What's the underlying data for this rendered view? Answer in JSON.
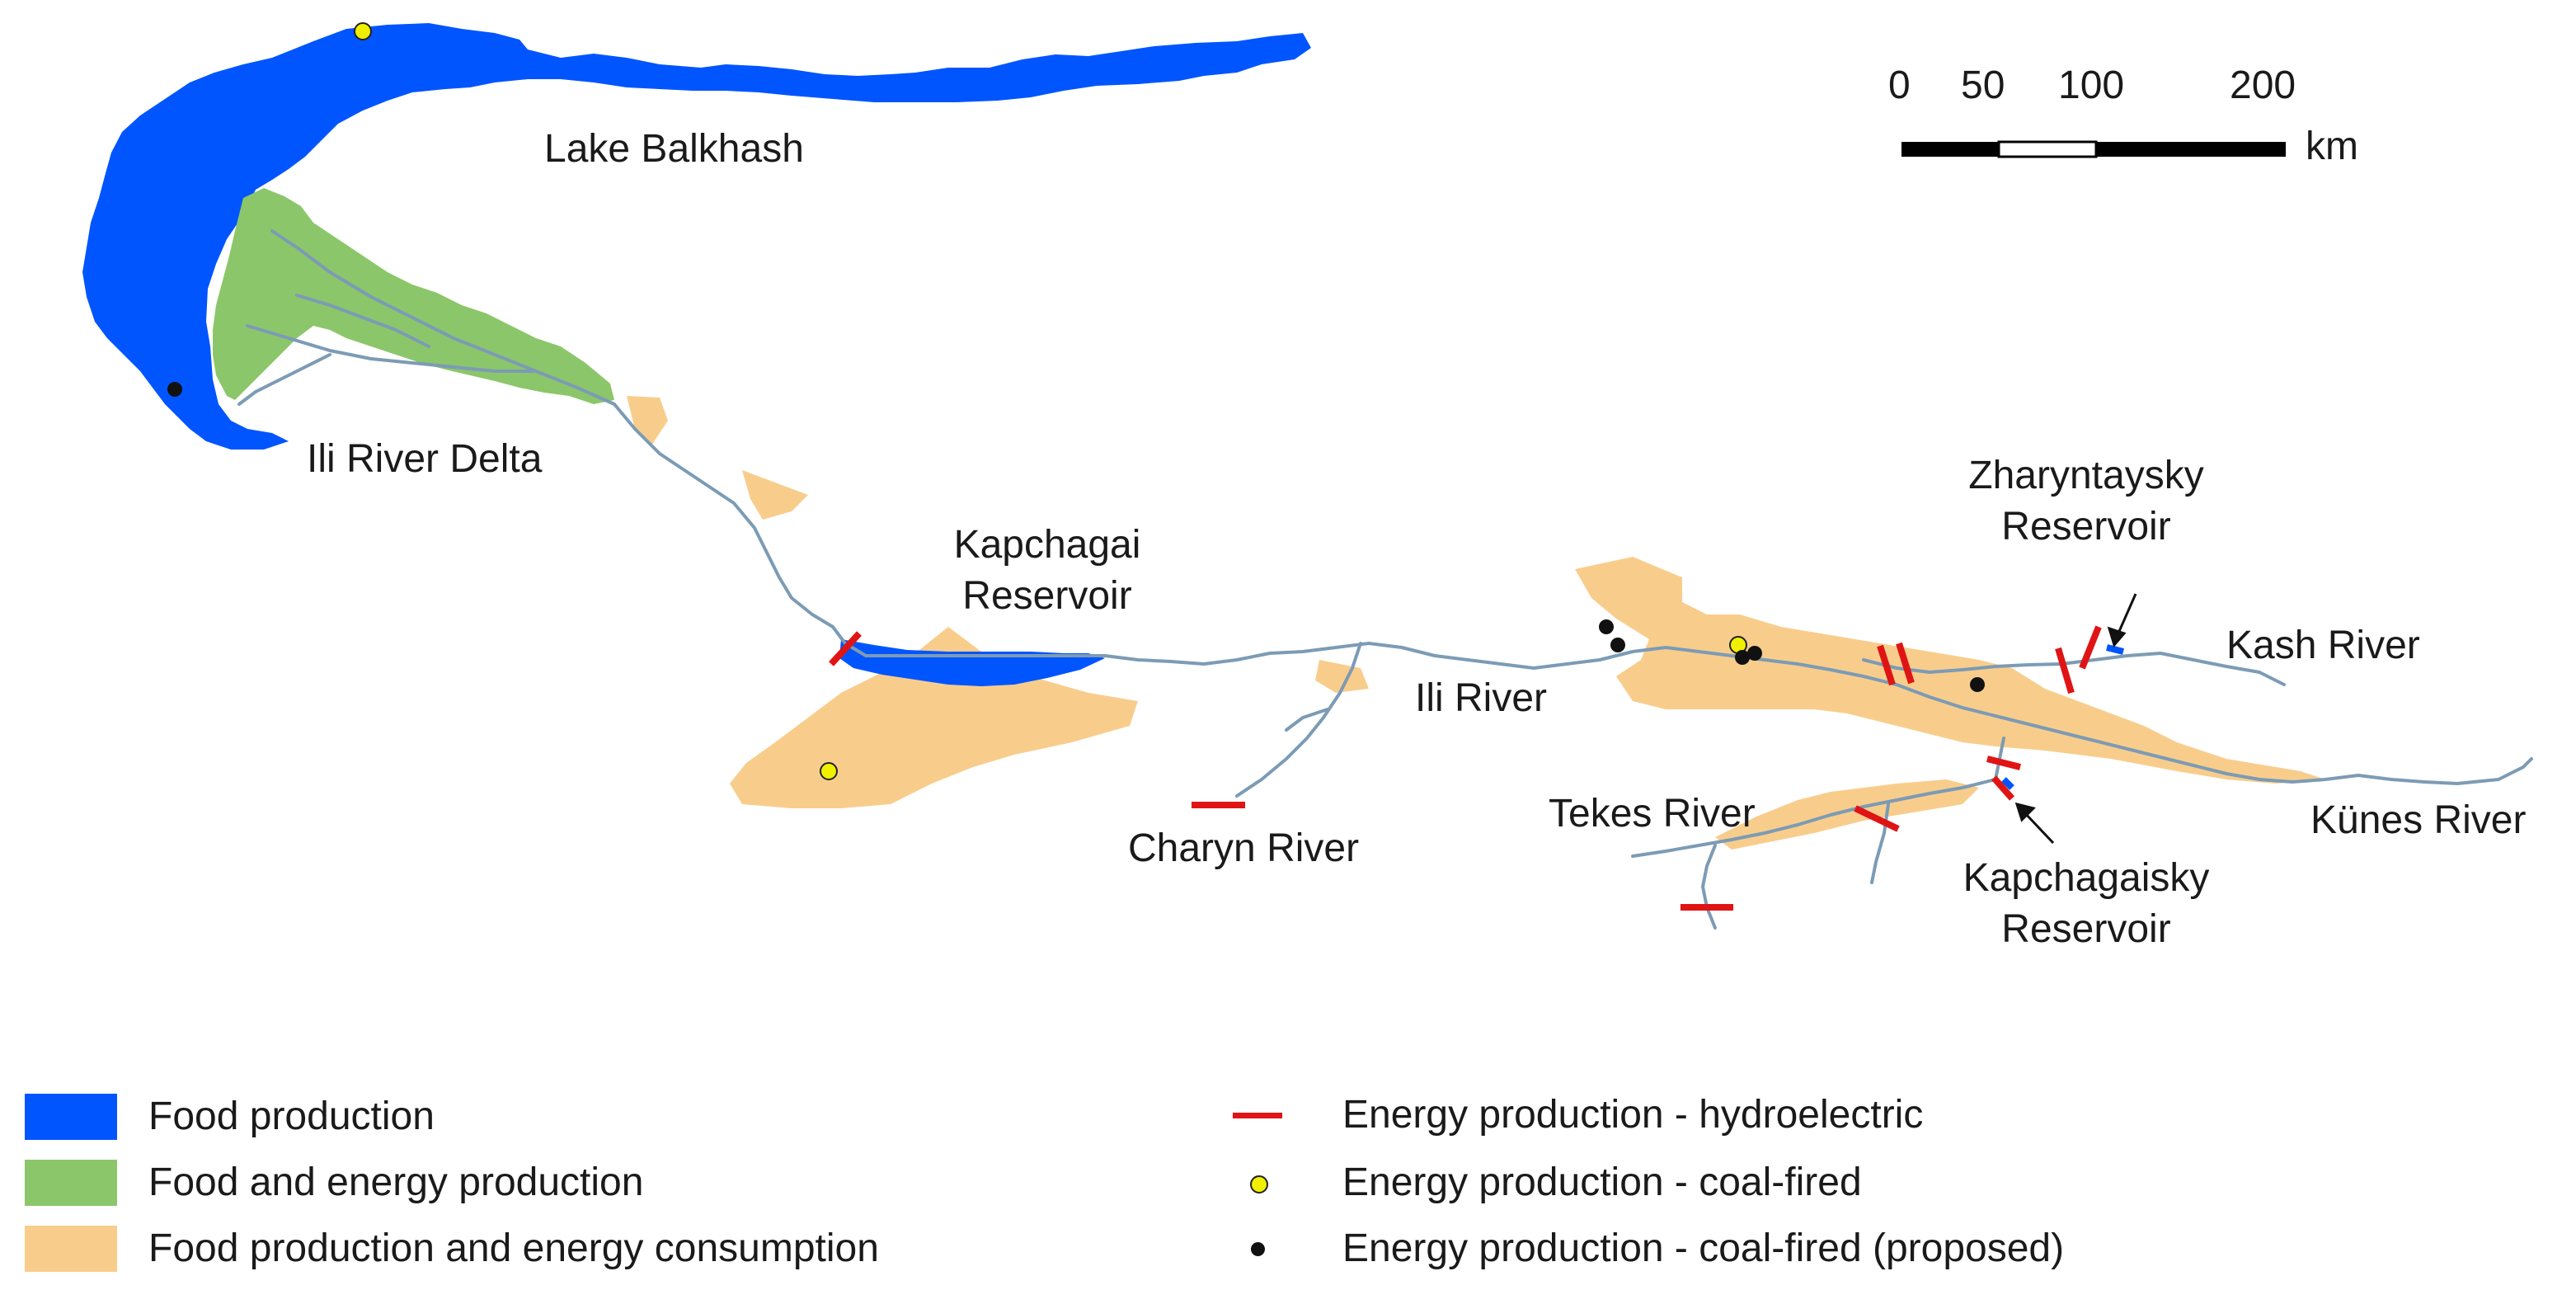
{
  "colors": {
    "food": "#0055ff",
    "food_energy": "#8cc66a",
    "food_consumption": "#f8cd8c",
    "river": "#7c9bb5",
    "hydro": "#e01414",
    "coal": "#f0f000",
    "proposed": "#111111"
  },
  "labels": {
    "lake_balkhash": "Lake Balkhash",
    "ili_delta": "Ili River Delta",
    "kapchagai_1": "Kapchagai",
    "kapchagai_2": "Reservoir",
    "ili_river": "Ili River",
    "charyn": "Charyn River",
    "tekes": "Tekes River",
    "zharyntaysky_1": "Zharyntaysky",
    "zharyntaysky_2": "Reservoir",
    "kash": "Kash River",
    "kunes": "Künes River",
    "kapchagaisky_1": "Kapchagaisky",
    "kapchagaisky_2": "Reservoir"
  },
  "scale_bar": {
    "ticks": [
      "0",
      "50",
      "100",
      "200"
    ],
    "unit": "km"
  },
  "legend": {
    "food": "Food production",
    "food_energy": "Food and energy production",
    "food_consumption": "Food production and energy consumption",
    "hydro": "Energy production - hydroelectric",
    "coal": "Energy production - coal-fired",
    "proposed": "Energy production - coal-fired (proposed)"
  }
}
